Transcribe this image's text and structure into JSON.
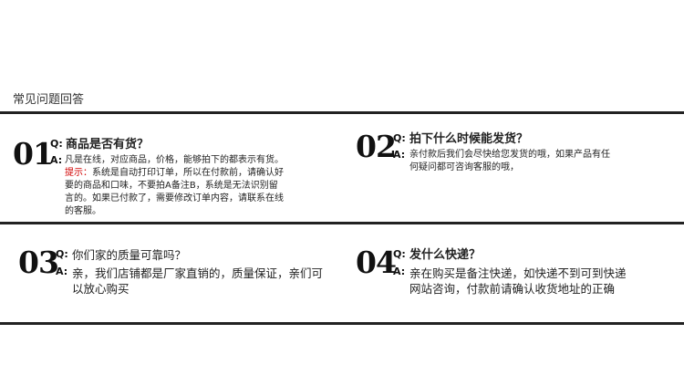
{
  "section_title": "常见问题回答",
  "q_marker": "Q:",
  "a_marker": "A:",
  "items": [
    {
      "number": "01",
      "question": "商品是否有货？",
      "answer_lines": [
        "凡是在线，对应商品，价格，能够拍下的都表示有货。",
        "系统是自动打印订单，所以在付款前，请确认好",
        "要的商品和口味，不要拍A备注B，系统是无法识别留",
        "言的。如果已付款了，需要修改订单内容，请联系在线",
        "的客服。"
      ],
      "tip_label": "提示："
    },
    {
      "number": "02",
      "question": "拍下什么时候能发货？",
      "answer_lines": [
        "亲付款后我们会尽快给您发货的哦，如果产品有任",
        "何疑问都可咨询客服的哦，"
      ]
    },
    {
      "number": "03",
      "question": "你们家的质量可靠吗？",
      "answer_lines": [
        "亲，我们店铺都是厂家直销的，质量保证，亲们可",
        "以放心购买"
      ]
    },
    {
      "number": "04",
      "question": "发什么快递？",
      "answer_lines": [
        "亲在购买是备注快递，如快递不到可到快递",
        "网站咨询，付款前请确认收货地址的正确"
      ]
    }
  ]
}
